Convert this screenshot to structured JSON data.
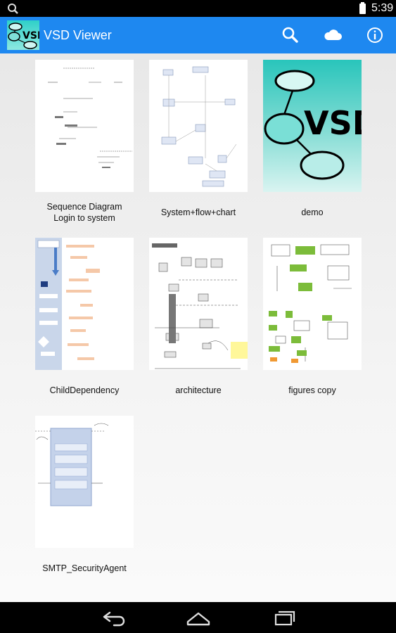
{
  "status_bar": {
    "time": "5:39"
  },
  "app_bar": {
    "title": "VSD Viewer",
    "logo_text": "VSD",
    "actions": [
      "search-icon",
      "cloud-icon",
      "info-icon"
    ]
  },
  "files": [
    {
      "name": "Sequence Diagram\nLogin to system"
    },
    {
      "name": "System+flow+chart"
    },
    {
      "name": "demo"
    },
    {
      "name": "ChildDependency"
    },
    {
      "name": "architecture"
    },
    {
      "name": "figures copy"
    },
    {
      "name": "SMTP_SecurityAgent"
    }
  ],
  "demo_thumb_text": "VSD",
  "colors": {
    "app_bar": "#1e88f0",
    "accent_teal": "#2fd0c8",
    "status_bar": "#000000"
  },
  "nav": [
    "back-icon",
    "home-icon",
    "recent-apps-icon"
  ]
}
